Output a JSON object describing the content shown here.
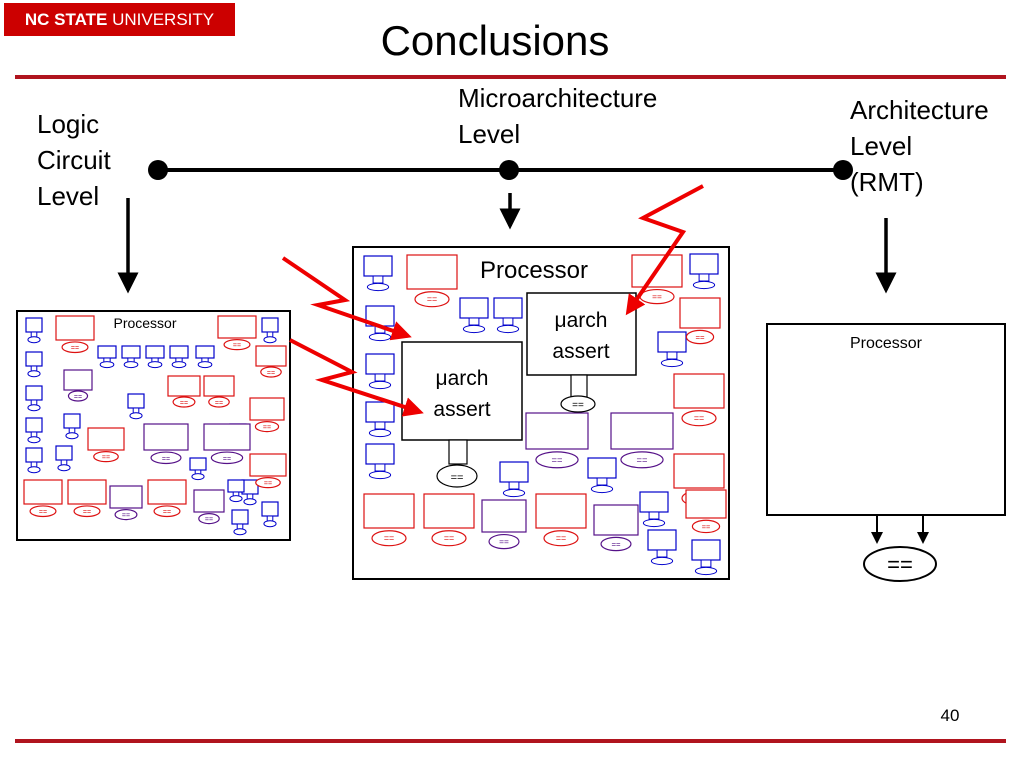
{
  "header": {
    "logo_bold": "NC STATE",
    "logo_rest": " UNIVERSITY",
    "title": "Conclusions"
  },
  "levels": {
    "logic": [
      "Logic",
      "Circuit",
      "Level"
    ],
    "micro": [
      "Microarchitecture",
      "Level"
    ],
    "arch": [
      "Architecture",
      "Level",
      "(RMT)"
    ]
  },
  "processors": {
    "left_label": "Processor",
    "center_label": "Processor",
    "right_label": "Processor"
  },
  "assert_label": [
    "μarch",
    "assert"
  ],
  "comparator": "==",
  "page_number": "40",
  "colors": {
    "accent": "#cc0000",
    "rule": "#b0141e",
    "blue": "#0000cc",
    "red": "#dd1111",
    "purple": "#551188",
    "arrow_red": "#ee0000"
  }
}
